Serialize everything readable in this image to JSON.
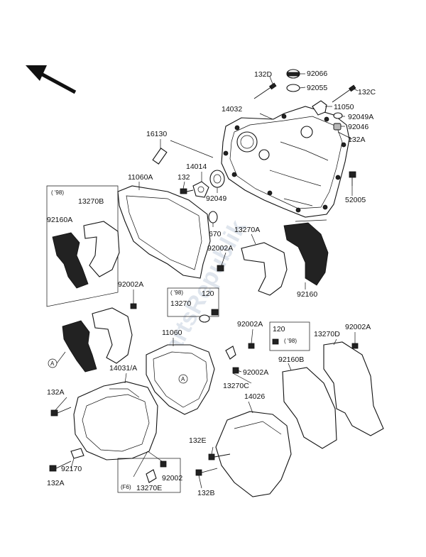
{
  "watermark": "PartsRepublik",
  "labels": {
    "l_92066": "92066",
    "l_132D": "132D",
    "l_92055": "92055",
    "l_132C": "132C",
    "l_11050": "11050",
    "l_14032": "14032",
    "l_92049A": "92049A",
    "l_92046": "92046",
    "l_132A_top": "132A",
    "l_16130": "16130",
    "l_14014": "14014",
    "l_11060A": "11060A",
    "l_132": "132",
    "l_92049": "92049",
    "l_52005": "52005",
    "l_98_a": "( '98)",
    "l_13270B": "13270B",
    "l_92160A": "92160A",
    "l_670": "670",
    "l_13270A": "13270A",
    "l_92002A_1": "92002A",
    "l_92002A_2": "92002A",
    "l_98_b": "( '98)",
    "l_120_a": "120",
    "l_13270": "13270",
    "l_92160": "92160",
    "l_92002A_3": "92002A",
    "l_11060": "11060",
    "l_120_b": "120",
    "l_98_c": "( '98)",
    "l_13270D": "13270D",
    "l_92002A_4": "92002A",
    "l_A_1": "A",
    "l_14031A": "14031/A",
    "l_A_2": "A",
    "l_92002A_5": "92002A",
    "l_92160B": "92160B",
    "l_13270C": "13270C",
    "l_132A_1": "132A",
    "l_14026": "14026",
    "l_132E": "132E",
    "l_92170": "92170",
    "l_132A_2": "132A",
    "l_92002": "92002",
    "l_F6": "(F6)",
    "l_13270E": "13270E",
    "l_132B": "132B"
  }
}
